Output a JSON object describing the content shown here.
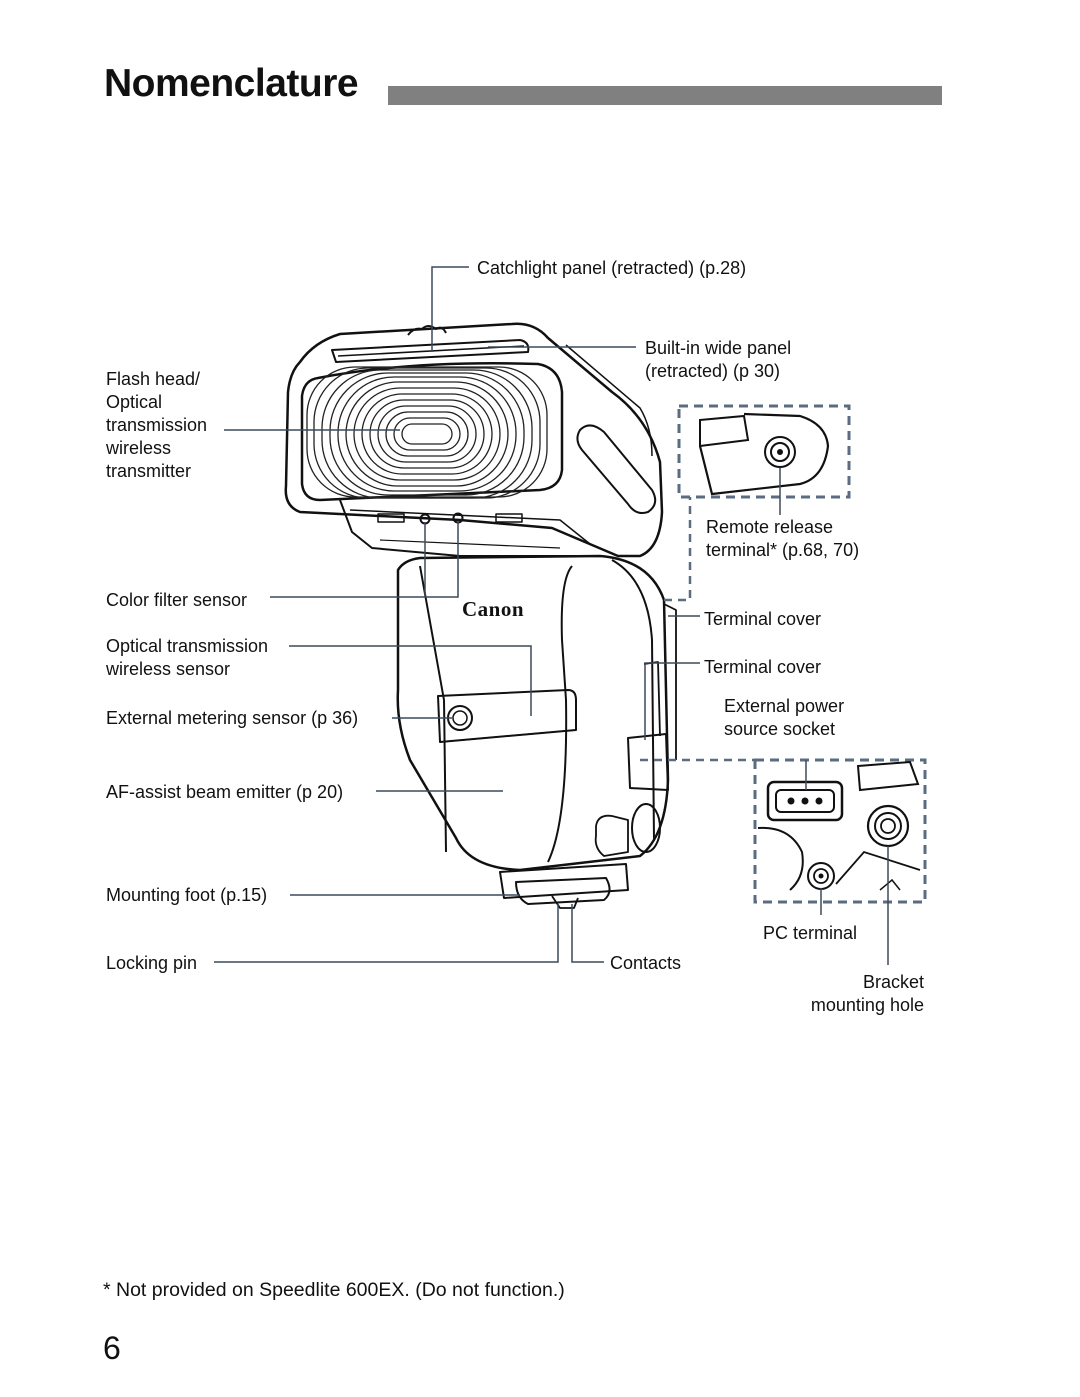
{
  "page": {
    "title": "Nomenclature",
    "footnote": "* Not provided on Speedlite 600EX. (Do not function.)",
    "page_number": "6"
  },
  "figure": {
    "brand_logo": "Canon",
    "labels": {
      "catchlight": "Catchlight panel (retracted) (p.28)",
      "wide_panel": "Built-in wide panel\n(retracted) (p 30)",
      "flash_head": "Flash head/\nOptical\ntransmission\nwireless\ntransmitter",
      "remote_release": "Remote release\nterminal* (p.68, 70)",
      "color_filter": "Color filter sensor",
      "terminal_cover_1": "Terminal cover",
      "optical_sensor": "Optical transmission\nwireless sensor",
      "terminal_cover_2": "Terminal cover",
      "ext_power": "External power\nsource socket",
      "ext_metering": "External metering sensor (p 36)",
      "af_assist": "AF-assist beam emitter (p 20)",
      "mounting_foot": "Mounting foot (p.15)",
      "pc_terminal": "PC terminal",
      "locking_pin": "Locking pin",
      "contacts": "Contacts",
      "bracket_hole": "Bracket\nmounting hole"
    }
  }
}
